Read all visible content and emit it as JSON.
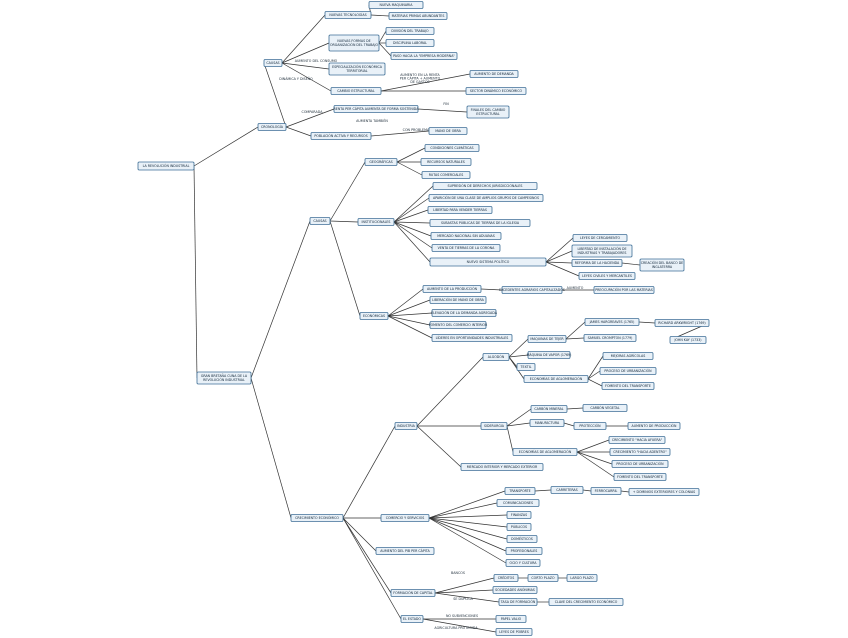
{
  "nodes": {
    "rev": "LA REVOLUCIÓN INDUSTRIAL",
    "crono": "CRONOLOGÍA",
    "causas1": "CAUSAS",
    "nuevas_tec": "NUEVAS TECNOLOGÍAS",
    "nuevas_maq": "NUEVA MAQUINARIA",
    "materias": "MATERIAS PRIMAS ABUNDANTES",
    "nuevas_formas": "NUEVAS FORMAS DE ORGANIZACIÓN DEL TRABAJO",
    "division": "DIVISIÓN DEL TRABAJO",
    "disciplina": "DISCIPLINA LABORAL",
    "paso_emp": "PASO HACIA LA \"EMPRESA MODERNA\"",
    "especial": "ESPECIALIZACIÓN ECONÓMICA TERRITORIAL",
    "cambio_est": "CAMBIO ESTRUCTURAL",
    "aumento_dem": "AUMENTO DE DEMANDA",
    "sector_din": "SECTOR DINÁMICO ECONÓMICO",
    "renta": "RENTA PER CÁPITA AUMENTA DE FORMA SOSTENIDA",
    "finales": "FINALES DEL CAMBIO ESTRUCTURAL",
    "poblacion": "POBLACIÓN ACTIVA Y RECURSOS",
    "mano_obra": "MANO DE OBRA",
    "gran_bret": "GRAN BRETAÑA CUNA DE LA REVOLUCIÓN INDUSTRIAL",
    "causas2": "CAUSAS",
    "geograficas": "GEOGRÁFICAS",
    "cond_clim": "CONDICIONES CLIMÁTICAS",
    "rec_nat": "RECURSOS NATURALES",
    "rutas": "RUTAS COMERCIALES",
    "institucionales": "INSTITUCIONALES",
    "supresion": "SUPRESIÓN DE DERECHOS JURISDICCIONALES",
    "aparicion": "APARICIÓN DE UNA CLASE DE AMPLIOS GRUPOS DE CAMPESINOS",
    "libertad_tierras": "LIBERTAD PARA VENDER TIERRAS",
    "subastas": "SUBASTAS PÚBLICAS DE TIERRAS DE LA IGLESIA",
    "mercado_nac": "MERCADO NACIONAL SIN ADUANAS",
    "venta_corona": "VENTA DE TIERRAS DE LA CORONA",
    "nuevo_sist": "NUEVO SISTEMA POLÍTICO",
    "leyes_cerc": "LEYES DE CERCAMIENTO",
    "libertad_inst": "LIBERTAD DE INSTALACIÓN DE INDUSTRIAS Y TRABAJADORES",
    "reforma_hac": "REFORMA DE LA HACIENDA",
    "creacion_banco": "CREACIÓN DEL BANCO DE INGLATERRA",
    "leyes_civiles": "LEYES CIVILES Y MERCANTILES",
    "economicas": "ECONÓMICAS",
    "aumento_prod": "AUMENTO DE LA PRODUCCIÓN",
    "excedentes": "EXCEDENTES AGRARIOS CAPITALIZADOS",
    "preocup": "PREOCUPACIÓN POR LAS MATERIAS",
    "liberacion": "LIBERACIÓN DE MANO DE OBRA",
    "elevacion": "ELEVACIÓN DE LA DEMANDA AGREGADA",
    "fomento_com": "FOMENTO DEL COMERCIO INTERIOR",
    "lideres": "LÍDERES EN OPORTUNIDADES INDUSTRIALES",
    "algodon": "ALGODÓN",
    "maq_tejer": "MAQUINAS DE TEJER",
    "james": "JAMES HARGREAVES (1765)",
    "richard": "RICHARD ARKWRIGHT (1769)",
    "samuel": "SAMUEL CROMPTON (1779)",
    "john_kay": "JOHN KAY (1733)",
    "maq_vapor": "MÁQUINA DE VAPOR (1769)",
    "textil": "TEXTIL",
    "econ_aglom1": "ECONOMÍAS DE AGLOMERACIÓN",
    "mejoras": "MEJORAS AGRÍCOLAS",
    "proceso_urb1": "PROCESO DE URBANIZACIÓN",
    "fomento_trans1": "FOMENTO DEL TRANSPORTE",
    "industria": "INDUSTRIA",
    "siderurgia": "SIDERURGIA",
    "carbon_min": "CARBÓN MINERAL",
    "carbon_veg": "CARBÓN VEGETAL",
    "manufactura": "MANUFACTURA",
    "proteccion": "PROTECCIÓN",
    "aumento_prod2": "AUMENTO DE PRODUCCIÓN",
    "econ_aglom2": "ECONOMÍAS DE AGLOMERACIÓN",
    "crec_afuera": "CRECIMIENTO \"HACIA AFUERA\"",
    "crec_adentro": "CRECIMIENTO \"HACIA ADENTRO\"",
    "proceso_urb2": "PROCESO DE URBANIZACIÓN",
    "fomento_trans2": "FOMENTO DEL TRANSPORTE",
    "mercado_int": "MERCADO INTERIOR Y MERCADO EXTERIOR",
    "crecimiento": "CRECIMIENTO ECONÓMICO",
    "comercio": "COMERCIO Y SERVICIOS",
    "transporte": "TRANSPORTE",
    "carreteras": "CARRETERAS",
    "ferrocarril": "FERROCARRIL",
    "dominio": "+ DOMINIOS EXTERIORES Y COLONIAS",
    "comunicaciones": "COMUNICACIONES",
    "finanzas": "FINANZAS",
    "publicos": "PÚBLICOS",
    "domesticos": "DOMÉSTICOS",
    "profesionales": "PROFESIONALES",
    "ocio": "OCIO Y CULTURA",
    "aumento_pib": "AUMENTO DEL PIB PER CÁPITA",
    "formacion": "FORMACIÓN DE CAPITAL",
    "creditos": "CRÉDITOS",
    "corto_plazo": "CORTO PLAZO",
    "largo_plazo": "LARGO PLAZO",
    "sociedades": "SOCIEDADES ANÓNIMAS",
    "tasa_form": "TASA DE FORMACIÓN",
    "clave": "CLAVE DEL CRECIMIENTO ECONÓMICO",
    "estado": "EL ESTADO",
    "papel": "PAPEL VALIO",
    "leyes_pobres": "LEYES DE POBRES"
  },
  "labels": {
    "aumento_consumo": "AUMENTO DEL CONSUMO",
    "dinamica": "DINÁMICA Y DISEÑO",
    "aumento_renta": "AUMENTO EN LA RENTA PER CÁPITA + AUMENTO DE GASTOS",
    "comparada": "COMPARADA",
    "fin": "FIN",
    "aumenta_tambien": "AUMENTA TAMBIÉN",
    "con_problemas": "CON PROBLEMAS",
    "aumento": "AUMENTO",
    "bancos": "BANCOS",
    "se_duplica": "SE DUPLICA",
    "no_subvenciones": "NO SUBVENCIONES",
    "agricultura": "AGRICULTURA PROTEGIDA"
  }
}
